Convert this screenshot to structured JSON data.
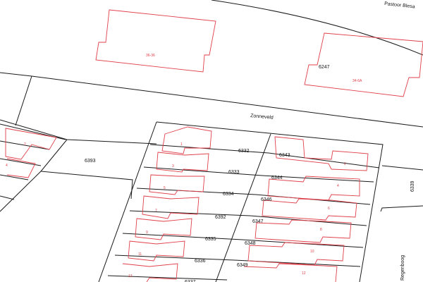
{
  "map": {
    "colors": {
      "parcel_boundary": "#1a1a1a",
      "building_outline": "#e0404a",
      "background": "#ffffff"
    },
    "streets": {
      "top_road": "Pastoor Blesa",
      "inner_street": "Zonneveld",
      "side_street": "Regenboog"
    },
    "parcels": {
      "p6247": "6247",
      "p6393": "6393",
      "p6332": "6332",
      "p6333": "6333",
      "p6334": "6334",
      "p6392": "6392",
      "p6335": "6335",
      "p6336": "6336",
      "p6337": "6337",
      "p6343": "6343",
      "p6344": "6344",
      "p6346": "6346",
      "p6347": "6347",
      "p6348": "6348",
      "p6349": "6349",
      "p6339": "6339"
    },
    "house_numbers": {
      "top_left": "36-36",
      "top_right": "34-6A",
      "l1": "1",
      "l3": "3",
      "l5": "5",
      "l7": "7",
      "l9": "9",
      "l11": "11",
      "l13": "13",
      "r2": "2",
      "r4": "4",
      "r6": "6",
      "r8": "8",
      "r10": "10",
      "r12": "12",
      "west2": "2",
      "west4": "4"
    }
  }
}
